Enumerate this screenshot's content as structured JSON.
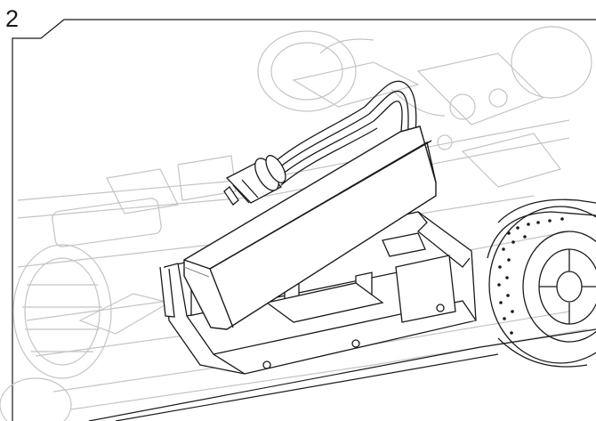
{
  "step": {
    "number": "2"
  },
  "illustration": {
    "subject": "battery-installation",
    "parts": [
      "battery-pack",
      "battery-tray",
      "battery-leads",
      "connector",
      "chassis",
      "front-wheel",
      "rear-wheel"
    ]
  },
  "colors": {
    "line": "#1a1a1a",
    "ghost": "#c9c9c9",
    "paper": "#ffffff"
  }
}
